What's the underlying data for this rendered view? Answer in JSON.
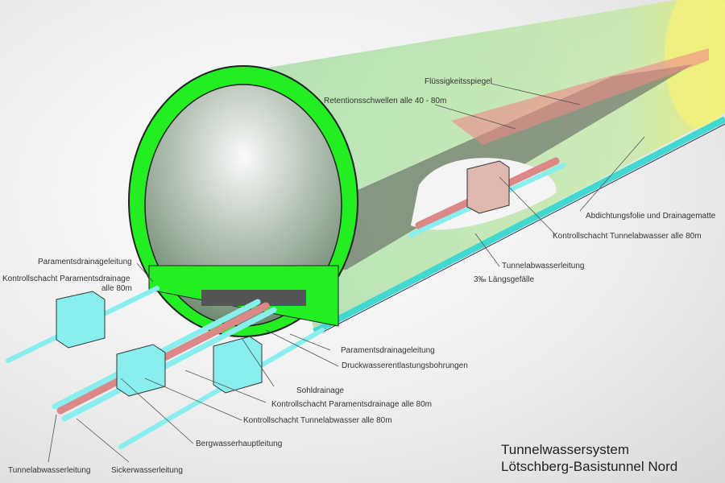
{
  "title": {
    "line1": "Tunnelwassersystem",
    "line2": "Lötschberg-Basistunnel Nord"
  },
  "labels": {
    "fluessigkeitsspiegel": "Flüssigkeitsspiegel",
    "retentionsschwellen": "Retentionsschwellen alle 40 - 80m",
    "abdichtungsfolie": "Abdichtungsfolie und Drainagematte",
    "kontrollschacht_tunnel_right": "Kontrollschacht Tunnelabwasser alle 80m",
    "tunnelabwasserleitung_right": "Tunnelabwasserleitung",
    "laengsgefaelle": "3‰ Längsgefälle",
    "paramentsdrainageleitung_left": "Paramentsdrainageleitung",
    "kontrollschacht_parament_left_1": "Kontrollschacht Paramentsdrainage",
    "kontrollschacht_parament_left_2": "alle 80m",
    "paramentsdrainageleitung_mid": "Paramentsdrainageleitung",
    "druckwasser": "Druckwasserentlastungsbohrungen",
    "sohldrainage": "Sohldrainage",
    "kontrollschacht_parament_mid": "Kontrollschacht Paramentsdrainage alle 80m",
    "kontrollschacht_tunnel_mid": "Kontrollschacht Tunnelabwasser alle 80m",
    "bergwasser": "Bergwasserhauptleitung",
    "tunnelabwasserleitung_bottom": "Tunnelabwasserleitung",
    "sickerwasser": "Sickerwasserleitung"
  },
  "colors": {
    "lining": "#22ee22",
    "pipe_water": "#7fe8e0",
    "pipe_waste": "#e89a90",
    "tunnel_body": "#8fd88f"
  }
}
